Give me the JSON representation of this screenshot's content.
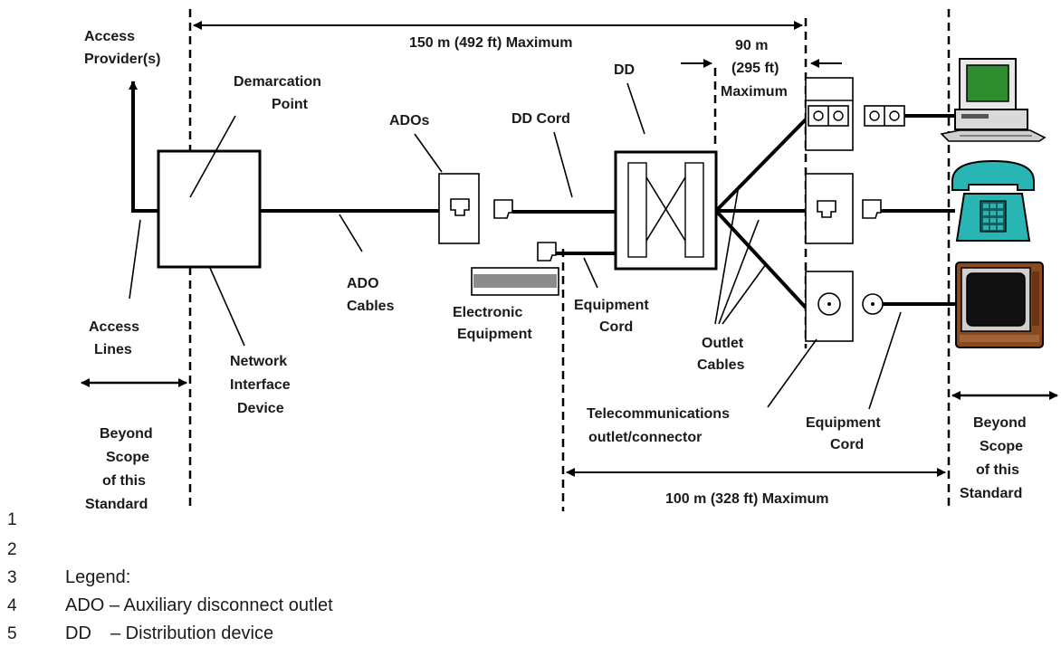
{
  "labels": {
    "access_provider_1": "Access",
    "access_provider_2": "Provider(s)",
    "demarcation_1": "Demarcation",
    "demarcation_2": "Point",
    "span_150": "150 m (492 ft) Maximum",
    "span_90_1": "90 m",
    "span_90_2": "(295 ft)",
    "span_90_3": "Maximum",
    "dd": "DD",
    "ados": "ADOs",
    "dd_cord": "DD Cord",
    "ado_cables_1": "ADO",
    "ado_cables_2": "Cables",
    "electronic_1": "Electronic",
    "electronic_2": "Equipment",
    "equip_cord_mid_1": "Equipment",
    "equip_cord_mid_2": "Cord",
    "outlet_cables_1": "Outlet",
    "outlet_cables_2": "Cables",
    "access_lines_1": "Access",
    "access_lines_2": "Lines",
    "nid_1": "Network",
    "nid_2": "Interface",
    "nid_3": "Device",
    "beyond_left_1": "Beyond",
    "beyond_left_2": "Scope",
    "beyond_left_3": "of this",
    "beyond_left_4": "Standard",
    "beyond_right_1": "Beyond",
    "beyond_right_2": "Scope",
    "beyond_right_3": "of this",
    "beyond_right_4": "Standard",
    "telecom_1": "Telecommunications",
    "telecom_2": "outlet/connector",
    "equip_cord_right_1": "Equipment",
    "equip_cord_right_2": "Cord",
    "span_100": "100 m (328 ft) Maximum"
  },
  "legend": {
    "title": "Legend:",
    "ado": "ADO – Auxiliary disconnect outlet",
    "dd_abbr": "DD",
    "dd_desc": "– Distribution device"
  },
  "line_numbers": [
    "1",
    "2",
    "3",
    "4",
    "5"
  ],
  "colors": {
    "monitor_screen": "#2e8b2e",
    "phone": "#2ab5b5",
    "tv_cabinet": "#8b4a1e",
    "equipment_stripe": "#8c8c8c"
  }
}
